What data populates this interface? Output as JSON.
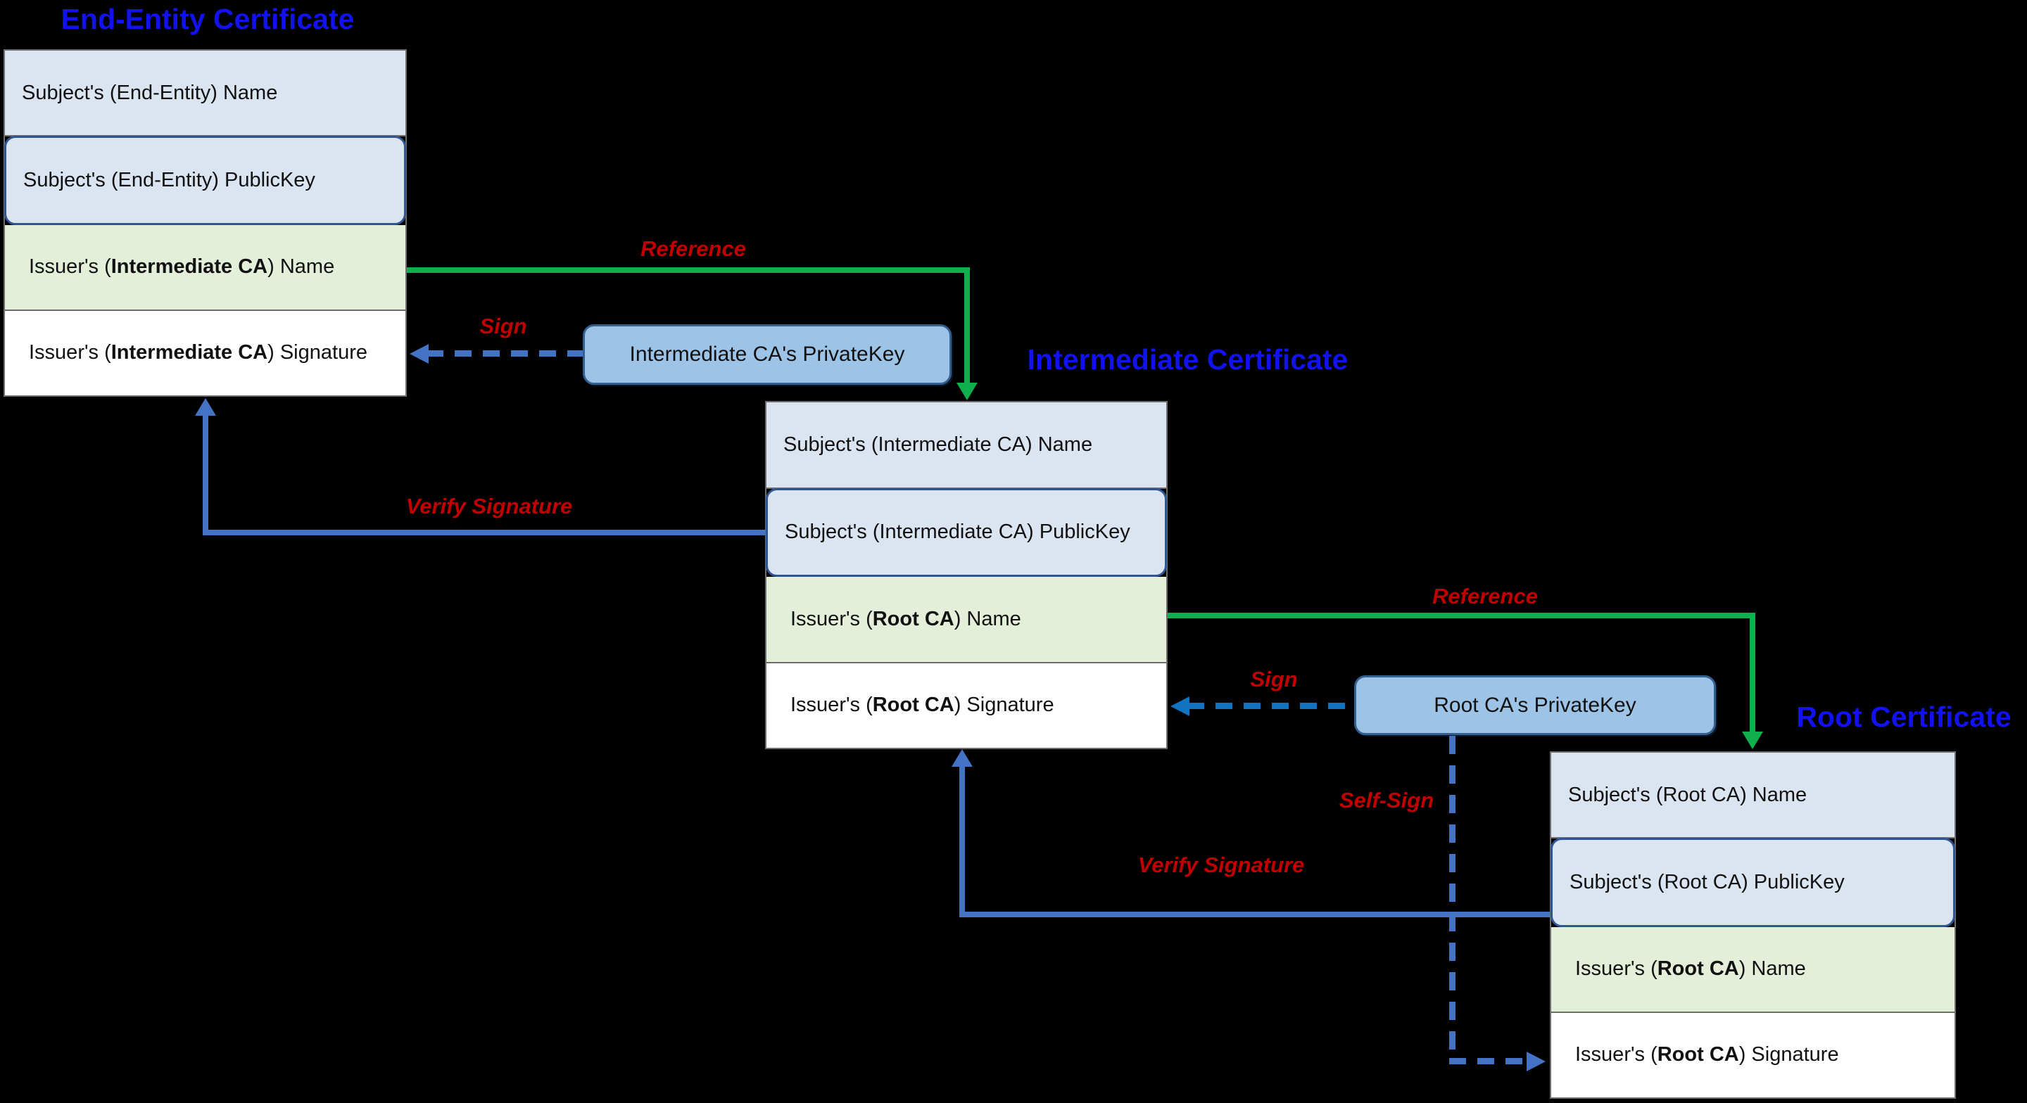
{
  "colors": {
    "bg": "#000000",
    "row_blue": "#dbe4f1",
    "row_green": "#e3efd9",
    "row_white": "#ffffff",
    "box_border": "#6e6e6e",
    "pubkey_border": "#2f5597",
    "pk_fill": "#9dc3e6",
    "pk_border": "#33608f",
    "arrow_green": "#10af4e",
    "arrow_blue": "#4472c4",
    "arrow_blue_bright": "#1274c0",
    "label_red": "#c00000",
    "title_blue": "#1212f0",
    "text_black": "#111111"
  },
  "certs": {
    "end_entity": {
      "title": "End-Entity Certificate",
      "rows": [
        {
          "pre": "Subject's (End-Entity) Name",
          "bold": "",
          "post": ""
        },
        {
          "pre": "Subject's (End-Entity) PublicKey",
          "bold": "",
          "post": ""
        },
        {
          "pre": "Issuer's (",
          "bold": "Intermediate CA",
          "post": ") Name"
        },
        {
          "pre": "Issuer's (",
          "bold": "Intermediate CA",
          "post": ") Signature"
        }
      ]
    },
    "intermediate": {
      "title": "Intermediate Certificate",
      "rows": [
        {
          "pre": "Subject's (Intermediate CA) Name",
          "bold": "",
          "post": ""
        },
        {
          "pre": "Subject's (Intermediate CA) PublicKey",
          "bold": "",
          "post": ""
        },
        {
          "pre": "Issuer's (",
          "bold": "Root CA",
          "post": ") Name"
        },
        {
          "pre": "Issuer's (",
          "bold": "Root CA",
          "post": ") Signature"
        }
      ]
    },
    "root": {
      "title": "Root Certificate",
      "rows": [
        {
          "pre": "Subject's (Root CA) Name",
          "bold": "",
          "post": ""
        },
        {
          "pre": "Subject's (Root CA) PublicKey",
          "bold": "",
          "post": ""
        },
        {
          "pre": "Issuer's (",
          "bold": "Root CA",
          "post": ") Name"
        },
        {
          "pre": "Issuer's (",
          "bold": "Root CA",
          "post": ") Signature"
        }
      ]
    }
  },
  "private_keys": {
    "intermediate": "Intermediate CA's PrivateKey",
    "root": "Root CA's PrivateKey"
  },
  "arrow_labels": {
    "reference1": "Reference",
    "reference2": "Reference",
    "sign1": "Sign",
    "sign2": "Sign",
    "verify1": "Verify Signature",
    "verify2": "Verify Signature",
    "self_sign": "Self-Sign"
  }
}
